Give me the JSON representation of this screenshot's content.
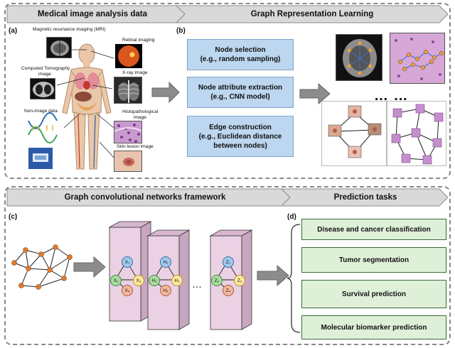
{
  "panel_a": {
    "header": "Medical image analysis data",
    "label": "(a)",
    "mri_label": "Magnetic resonance imaging (MRI)",
    "retinal_label": "Retinal imaging",
    "ct_label_1": "Computed Tomography",
    "ct_label_2": "image",
    "xray_label": "X-ray image",
    "nonimage_label": "Non-image data",
    "histo_label_1": "Histopathological",
    "histo_label_2": "image",
    "skin_label": "Skin lesion image"
  },
  "panel_b": {
    "header": "Graph Representation Learning",
    "label": "(b)",
    "steps": [
      {
        "line1": "Node selection",
        "line2": "(e.g., random sampling)",
        "line3": ""
      },
      {
        "line1": "Node attribute extraction",
        "line2": "(e.g., CNN model)",
        "line3": ""
      },
      {
        "line1": "Edge construction",
        "line2": "(e.g., Euclidean distance",
        "line3": "between nodes)"
      }
    ],
    "dots": "… …"
  },
  "panel_c": {
    "header": "Graph convolutional networks framework",
    "label": "(c)",
    "layers": [
      {
        "n1": "X₁",
        "n2": "X₂",
        "n3": "X₃",
        "n4": "X₄"
      },
      {
        "n1": "H₁",
        "n2": "H₂",
        "n3": "H₃",
        "n4": "H₄"
      },
      {
        "n1": "Z₁",
        "n2": "Z₂",
        "n3": "Z₃",
        "n4": "Z₄"
      }
    ],
    "dots": "…"
  },
  "panel_d": {
    "header": "Prediction tasks",
    "label": "(d)",
    "tasks": [
      "Disease and cancer classification",
      "Tumor segmentation",
      "Survival prediction",
      "Molecular biomarker prediction"
    ]
  },
  "colors": {
    "chevron": "#d9d9d9",
    "blue_box": "#bcd7ef",
    "green_box": "#dff0d8",
    "node_orange": "#e07a2e",
    "layer_pink": "#ead1e4"
  }
}
